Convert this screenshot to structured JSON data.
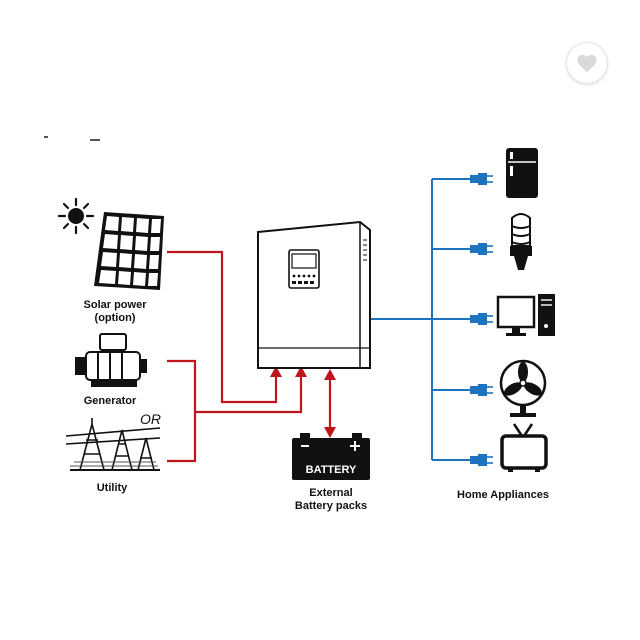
{
  "sources": {
    "solar_label_line1": "Solar power",
    "solar_label_line2": "(option)",
    "generator_label": "Generator",
    "or_label": "OR",
    "utility_label": "Utility"
  },
  "battery": {
    "text": "BATTERY",
    "label_line1": "External",
    "label_line2": "Battery packs"
  },
  "loads": {
    "label": "Home Appliances",
    "items": [
      "refrigerator-icon",
      "light-bulb-icon",
      "computer-icon",
      "fan-icon",
      "tv-icon"
    ]
  },
  "colors": {
    "input_line": "#c0141c",
    "output_line": "#1e73be",
    "favorite_heart": "#d9d9d9"
  },
  "favorite_button": {
    "icon": "heart-icon"
  }
}
